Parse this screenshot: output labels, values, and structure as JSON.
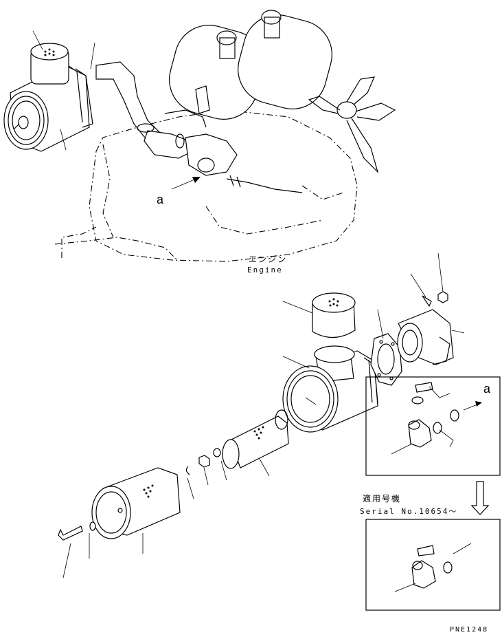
{
  "labels": {
    "engine_jp": "エンジン",
    "engine_en": "Engine",
    "view_a_top": "a",
    "view_a_right": "a",
    "serial_jp": "適用号機",
    "serial_en": "Serial No.10654～",
    "part_code": "PNE1248"
  },
  "icons": [
    "arrow-down-icon",
    "arrow-right-icon"
  ]
}
